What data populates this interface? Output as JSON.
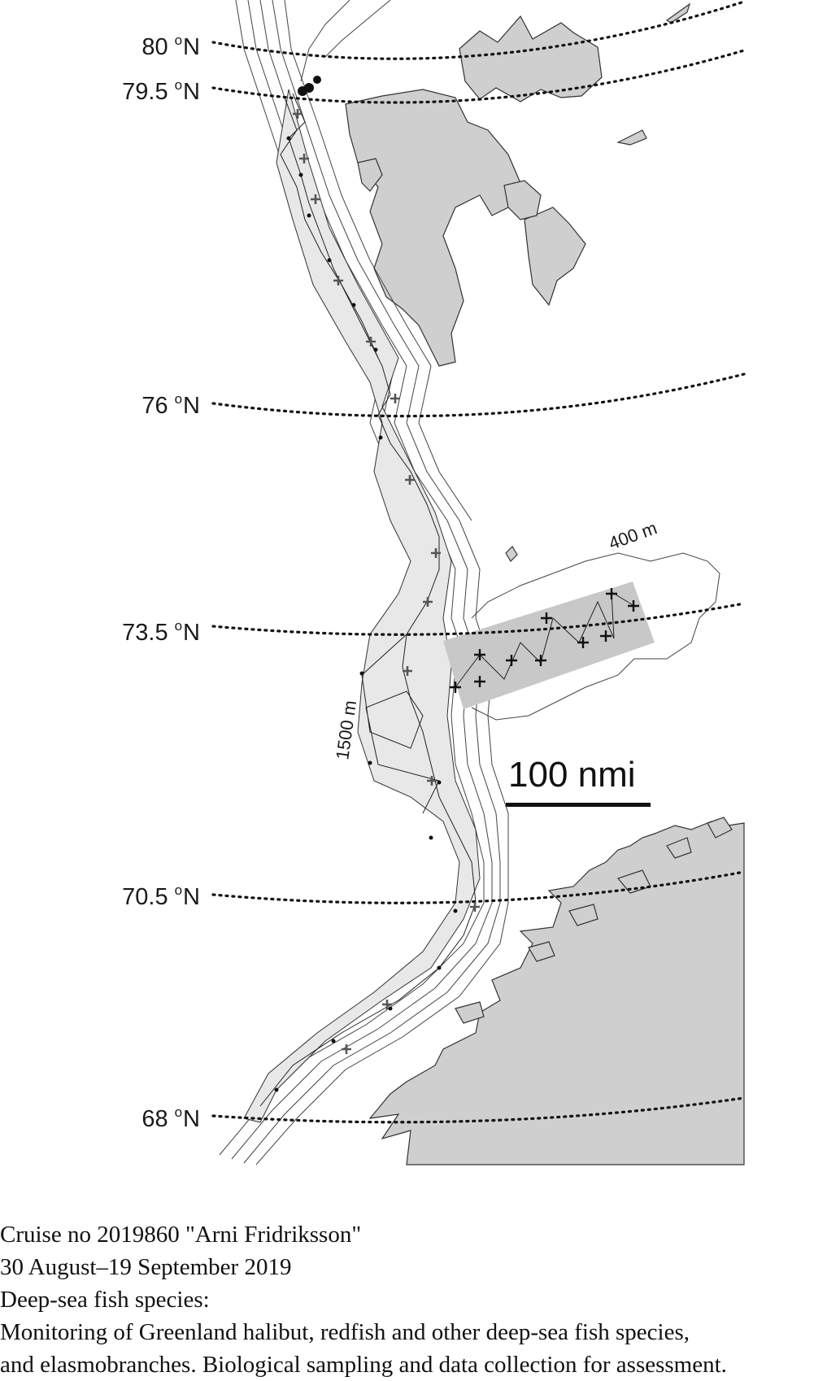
{
  "map": {
    "latitude_labels": [
      {
        "value": "80",
        "degree": "o",
        "hemisphere": "N"
      },
      {
        "value": "79.5",
        "degree": "o",
        "hemisphere": "N"
      },
      {
        "value": "76",
        "degree": "o",
        "hemisphere": "N"
      },
      {
        "value": "73.5",
        "degree": "o",
        "hemisphere": "N"
      },
      {
        "value": "70.5",
        "degree": "o",
        "hemisphere": "N"
      },
      {
        "value": "68",
        "degree": "o",
        "hemisphere": "N"
      }
    ],
    "depth_labels": {
      "shallow": "400 m",
      "deep": "1500 m"
    },
    "scale_bar": {
      "label": "100 nmi"
    },
    "colors": {
      "land": "#cfcfcf",
      "survey_area": "#e6e6e6",
      "trawl_box": "#c8c8c8",
      "lines": "#333333",
      "contours": "#444444"
    },
    "icons": {
      "station": "dot",
      "trawl_haul": "cross"
    }
  },
  "caption": {
    "line1": "Cruise no 2019860  \"Arni Fridriksson\"",
    "line2": "30 August–19 September 2019",
    "line3": "Deep-sea fish species:",
    "line4": "Monitoring of Greenland halibut, redfish and other deep-sea fish species,",
    "line5": "and elasmobranches. Biological sampling and data collection for assessment."
  }
}
